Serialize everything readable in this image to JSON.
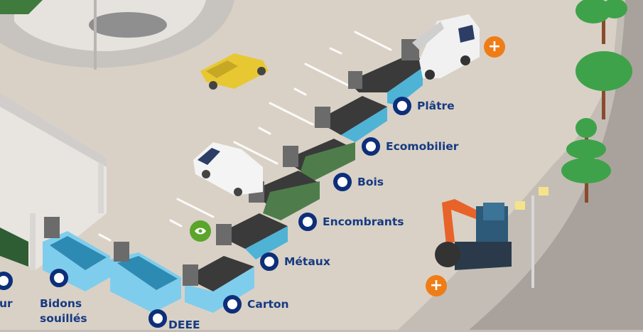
{
  "hotspots": [
    {
      "label": "Plâtre"
    },
    {
      "label": "Ecomobilier"
    },
    {
      "label": "Bois"
    },
    {
      "label": "Encombrants"
    },
    {
      "label": "Métaux"
    },
    {
      "label": "Carton"
    },
    {
      "label": "DEEE"
    },
    {
      "label": "Bidons souillés"
    },
    {
      "label": "ur"
    }
  ],
  "buttons": {
    "plus_symbol": "+",
    "eye_icon": "eye-icon"
  },
  "colors": {
    "label": "#163a82",
    "ring": "#0d2f7a",
    "plus": "#ef7d17",
    "eye": "#5aa52a",
    "blue_container": "#7fcdec",
    "green_container": "#4d7a4a"
  }
}
